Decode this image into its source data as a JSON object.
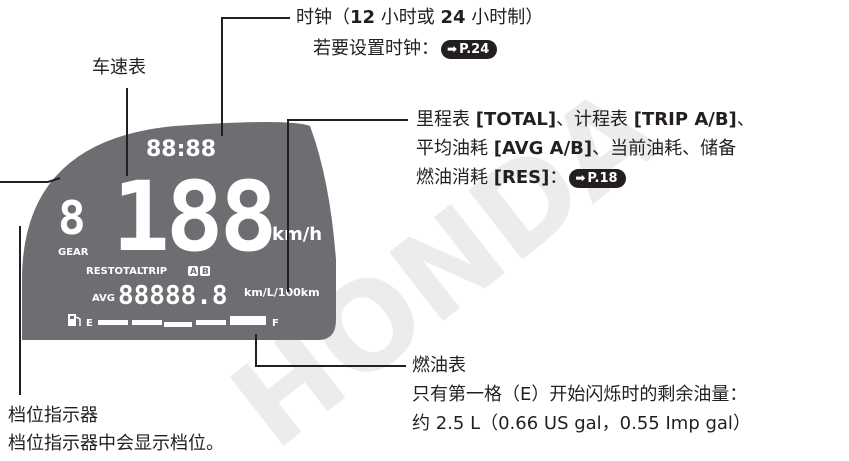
{
  "callouts": {
    "clock": {
      "line1_prefix": "时钟（",
      "line1_12": "12",
      "line1_mid": " 小时或 ",
      "line1_24": "24",
      "line1_suffix": " 小时制）",
      "line2": "若要设置时钟：",
      "page_ref": "P.24"
    },
    "speedometer": {
      "title": "车速表"
    },
    "odometer": {
      "line1_a": "里程表 ",
      "line1_b": "[TOTAL]",
      "line1_c": "、计程表 ",
      "line1_d": "[TRIP A/B]",
      "line1_e": "、",
      "line2_a": "平均油耗 ",
      "line2_b": "[AVG A/B]",
      "line2_c": "、当前油耗、储备",
      "line3_a": "燃油消耗 ",
      "line3_b": "[RES]",
      "line3_c": "：",
      "page_ref": "P.18"
    },
    "fuel_gauge": {
      "title": "燃油表",
      "line1": "只有第一格（E）开始闪烁时的剩余油量：",
      "line2": "约 2.5 L（0.66 US gal，0.55 Imp gal）"
    },
    "gear_indicator": {
      "title": "档位指示器",
      "desc": "档位指示器中会显示档位。"
    }
  },
  "lcd": {
    "clock_digits": "88:88",
    "speed_digits": "188",
    "speed_unit": "km/h",
    "gear_digit": "8",
    "gear_label": "GEAR",
    "res_total_trip": "RESTOTALTRIP",
    "trip_a": "A",
    "trip_b": "B",
    "avg_label": "AVG",
    "odo_digits": "88888.8",
    "consumption_unit": "km/L/100km",
    "fuel_e": "E",
    "fuel_f": "F"
  },
  "watermark": "HONDA",
  "colors": {
    "lcd_background": "#6d6e71",
    "text": "#231f20",
    "lcd_segment": "#ffffff"
  }
}
